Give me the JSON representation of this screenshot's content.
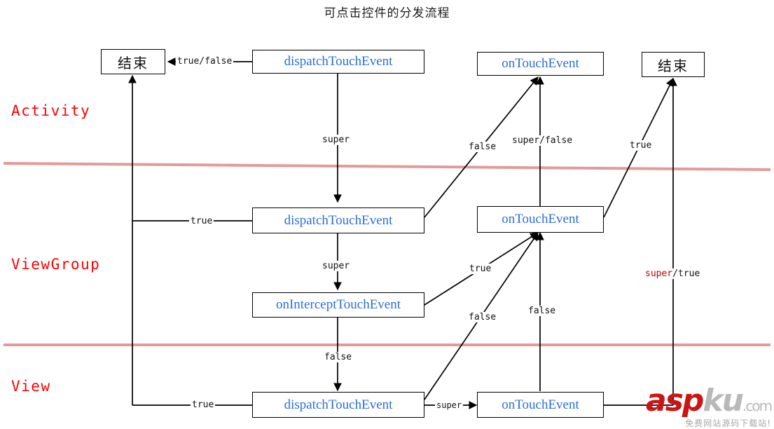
{
  "title": "可点击控件的分发流程",
  "layers": [
    {
      "key": "activity",
      "label": "Activity"
    },
    {
      "key": "viewgroup",
      "label": "ViewGroup"
    },
    {
      "key": "view",
      "label": "View"
    }
  ],
  "nodes": [
    {
      "id": "act-end-left",
      "label": "结束",
      "kind": "terminal"
    },
    {
      "id": "act-dispatch",
      "label": "dispatchTouchEvent",
      "kind": "method"
    },
    {
      "id": "act-ontouch",
      "label": "onTouchEvent",
      "kind": "method"
    },
    {
      "id": "act-end-right",
      "label": "结束",
      "kind": "terminal"
    },
    {
      "id": "vg-dispatch",
      "label": "dispatchTouchEvent",
      "kind": "method"
    },
    {
      "id": "vg-ontouch",
      "label": "onTouchEvent",
      "kind": "method"
    },
    {
      "id": "vg-intercept",
      "label": "onInterceptTouchEvent",
      "kind": "method"
    },
    {
      "id": "view-dispatch",
      "label": "dispatchTouchEvent",
      "kind": "method"
    },
    {
      "id": "view-ontouch",
      "label": "onTouchEvent",
      "kind": "method"
    }
  ],
  "edge_labels": [
    {
      "id": "l-truefalse",
      "text": "true/false"
    },
    {
      "id": "l-super-act",
      "text": "super"
    },
    {
      "id": "l-false-act",
      "text": "false"
    },
    {
      "id": "l-superfalse",
      "text": "super/false"
    },
    {
      "id": "l-true-act",
      "text": "true"
    },
    {
      "id": "l-true-vg",
      "text": "true"
    },
    {
      "id": "l-super-vg",
      "text": "super"
    },
    {
      "id": "l-true-mid",
      "text": "true"
    },
    {
      "id": "l-false-mid",
      "text": "false"
    },
    {
      "id": "l-false-vert",
      "text": "false"
    },
    {
      "id": "l-false-view",
      "text": "false"
    },
    {
      "id": "l-true-view",
      "text": "true"
    },
    {
      "id": "l-super-view",
      "text": "super"
    }
  ],
  "edge_label_super_true": {
    "red": "super",
    "rest": "/true"
  },
  "colors": {
    "method_text": "#2a6fd6",
    "layer_label": "#fe0000",
    "divider": "#e49a9a",
    "wire": "#000000",
    "box_border": "#000000"
  },
  "watermark": {
    "brand_a": "asp",
    "brand_b": "ku",
    "brand_c": ".com",
    "subtitle": "免费网站源码下载站!"
  }
}
